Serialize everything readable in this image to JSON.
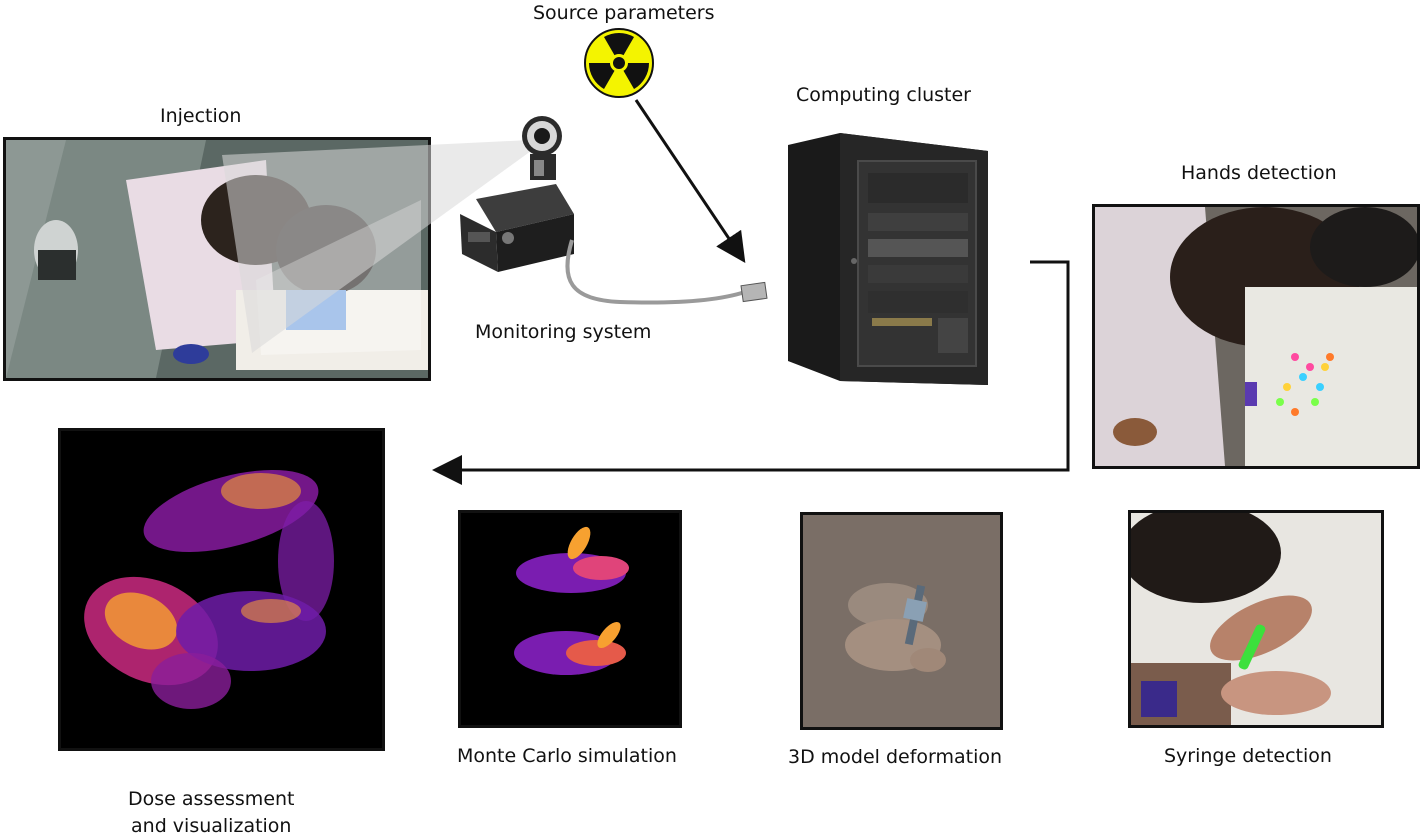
{
  "labels": {
    "source_parameters": "Source parameters",
    "injection": "Injection",
    "computing_cluster": "Computing cluster",
    "hands_detection": "Hands detection",
    "monitoring_system": "Monitoring system",
    "monte_carlo": "Monte Carlo simulation",
    "deformation": "3D model deformation",
    "syringe_detection": "Syringe detection",
    "dose_line1": "Dose assessment",
    "dose_line2": "and visualization"
  },
  "icons": {
    "radiation": "radiation-trefoil-icon",
    "camera": "webcam-icon",
    "server": "server-rack-icon",
    "cable": "ethernet-cable-icon"
  },
  "colors": {
    "radiation_yellow": "#f4f400",
    "dose_magenta": "#9a1fb5",
    "dose_orange": "#f7a130",
    "syringe_green": "#3ce03c",
    "model_bg": "#7a6e66"
  }
}
